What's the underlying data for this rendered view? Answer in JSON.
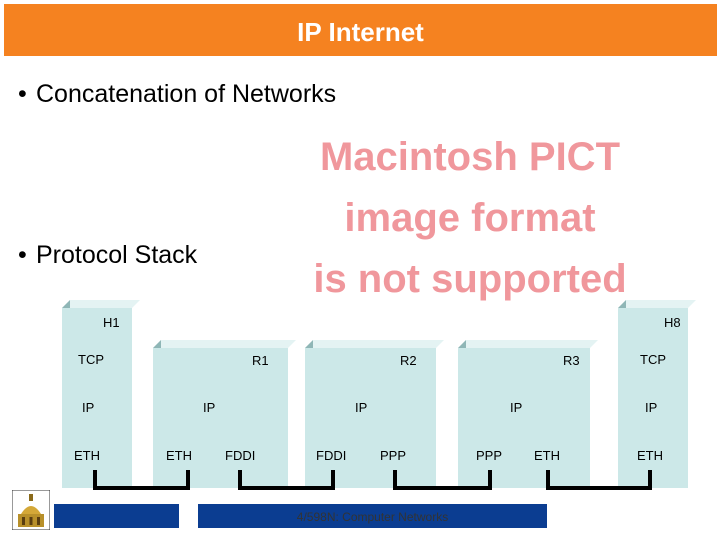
{
  "header": {
    "title": "IP Internet",
    "color": "#f58220"
  },
  "bullets": [
    "Concatenation of Networks",
    "Protocol Stack"
  ],
  "bullet_glyph": "•",
  "placeholder_image": {
    "lines": [
      "Macintosh PICT",
      "image format",
      "is not supported"
    ],
    "color": "#f0979c"
  },
  "diagram": {
    "nodes": [
      {
        "name": "H1",
        "layers": [
          "TCP",
          "IP",
          "ETH"
        ]
      },
      {
        "name": "R1",
        "layers": [
          "IP",
          "ETH",
          "FDDI"
        ]
      },
      {
        "name": "R2",
        "layers": [
          "IP",
          "FDDI",
          "PPP"
        ]
      },
      {
        "name": "R3",
        "layers": [
          "IP",
          "PPP",
          "ETH"
        ]
      },
      {
        "name": "H8",
        "layers": [
          "TCP",
          "IP",
          "ETH"
        ]
      }
    ]
  },
  "footer": {
    "text": "4/598N: Computer Networks",
    "bar_color": "#0b3d91"
  }
}
